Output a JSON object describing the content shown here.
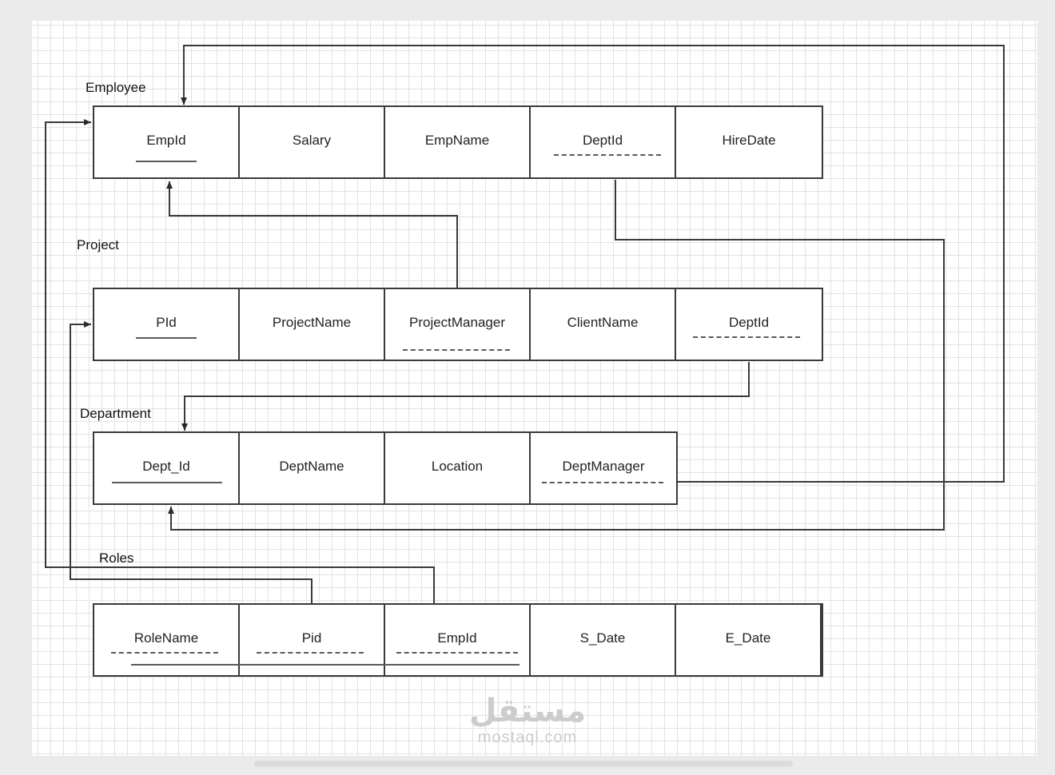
{
  "tables": {
    "employee": {
      "title": "Employee",
      "columns": [
        "EmpId",
        "Salary",
        "EmpName",
        "DeptId",
        "HireDate"
      ]
    },
    "project": {
      "title": "Project",
      "columns": [
        "PId",
        "ProjectName",
        "ProjectManager",
        "ClientName",
        "DeptId"
      ]
    },
    "department": {
      "title": "Department",
      "columns": [
        "Dept_Id",
        "DeptName",
        "Location",
        "DeptManager"
      ]
    },
    "roles": {
      "title": "Roles",
      "columns": [
        "RoleName",
        "Pid",
        "EmpId",
        "S_Date",
        "E_Date"
      ]
    }
  },
  "watermark": {
    "arabic": "مستقل",
    "latin": "mostaql.com"
  }
}
